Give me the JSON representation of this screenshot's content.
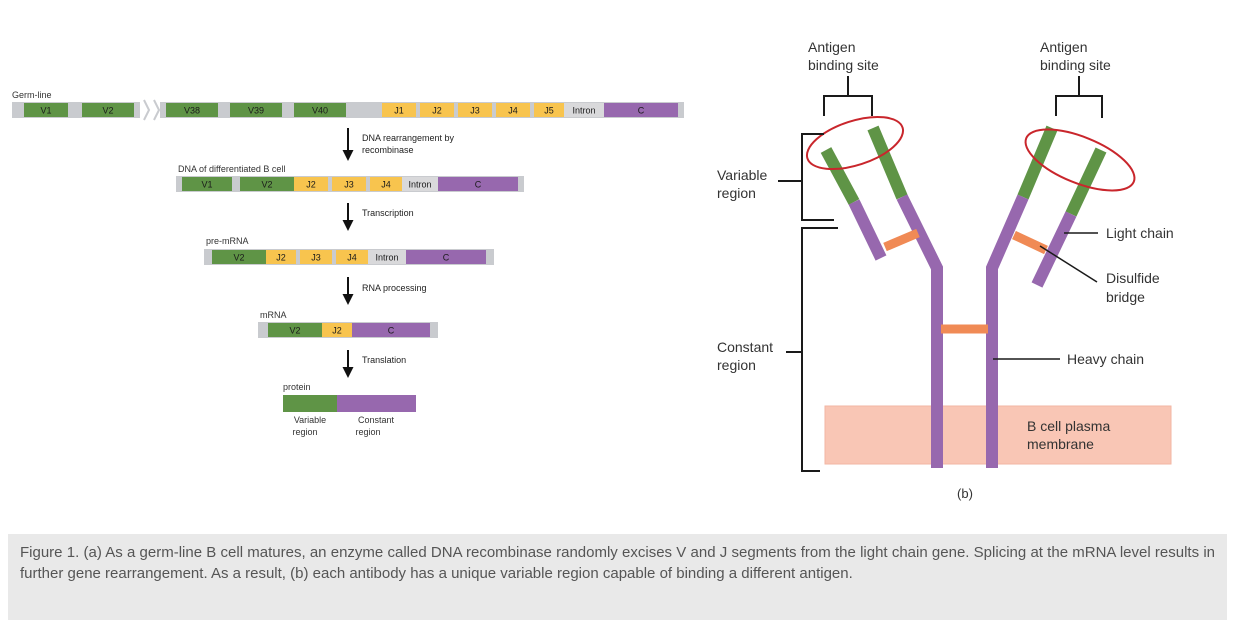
{
  "colors": {
    "green": "#5f9446",
    "yellow": "#f8c44e",
    "purple": "#9768ae",
    "gray": "#c9cbcf",
    "intron_fill": "#d9d9db",
    "arrow": "#111111",
    "disulfide": "#f08a55",
    "membrane": "#f9c6b5",
    "highlight_ring": "#c9262c",
    "caption_bg": "#e9e9e9"
  },
  "panel_a": {
    "rows": [
      {
        "label": "Germ-line",
        "segments": [
          {
            "text": "V1",
            "kind": "V"
          },
          {
            "text": "V2",
            "kind": "V"
          },
          {
            "text": "V38",
            "kind": "V"
          },
          {
            "text": "V39",
            "kind": "V"
          },
          {
            "text": "V40",
            "kind": "V"
          },
          {
            "text": "J1",
            "kind": "J"
          },
          {
            "text": "J2",
            "kind": "J"
          },
          {
            "text": "J3",
            "kind": "J"
          },
          {
            "text": "J4",
            "kind": "J"
          },
          {
            "text": "J5",
            "kind": "J"
          },
          {
            "text": "Intron",
            "kind": "intron"
          },
          {
            "text": "C",
            "kind": "C"
          }
        ]
      },
      {
        "label": "DNA of differentiated B cell",
        "segments": [
          {
            "text": "V1",
            "kind": "V"
          },
          {
            "text": "V2",
            "kind": "V"
          },
          {
            "text": "J2",
            "kind": "J"
          },
          {
            "text": "J3",
            "kind": "J"
          },
          {
            "text": "J4",
            "kind": "J"
          },
          {
            "text": "Intron",
            "kind": "intron"
          },
          {
            "text": "C",
            "kind": "C"
          }
        ]
      },
      {
        "label": "pre-mRNA",
        "segments": [
          {
            "text": "V2",
            "kind": "V"
          },
          {
            "text": "J2",
            "kind": "J"
          },
          {
            "text": "J3",
            "kind": "J"
          },
          {
            "text": "J4",
            "kind": "J"
          },
          {
            "text": "Intron",
            "kind": "intron"
          },
          {
            "text": "C",
            "kind": "C"
          }
        ]
      },
      {
        "label": "mRNA",
        "segments": [
          {
            "text": "V2",
            "kind": "V"
          },
          {
            "text": "J2",
            "kind": "J"
          },
          {
            "text": "C",
            "kind": "C"
          }
        ]
      }
    ],
    "steps": [
      {
        "line1": "DNA rearrangement by",
        "line2": "recombinase"
      },
      {
        "line1": "Transcription",
        "line2": ""
      },
      {
        "line1": "RNA processing",
        "line2": ""
      },
      {
        "line1": "Translation",
        "line2": ""
      }
    ],
    "protein": {
      "label": "protein",
      "variable_line1": "Variable",
      "variable_line2": "region",
      "constant_line1": "Constant",
      "constant_line2": "region"
    }
  },
  "panel_b": {
    "antigen_left_line1": "Antigen",
    "antigen_left_line2": "binding site",
    "antigen_right_line1": "Antigen",
    "antigen_right_line2": "binding site",
    "variable_line1": "Variable",
    "variable_line2": "region",
    "constant_line1": "Constant",
    "constant_line2": "region",
    "light_chain": "Light chain",
    "disulfide_line1": "Disulfide",
    "disulfide_line2": "bridge",
    "heavy_chain": "Heavy chain",
    "membrane_line1": "B cell plasma",
    "membrane_line2": "membrane",
    "panel_label": "(b)"
  },
  "caption": "Figure 1. (a) As a germ-line B cell matures, an enzyme called DNA recombinase randomly excises V and J segments from the light chain gene. Splicing at the mRNA level results in further gene rearrangement. As a result, (b) each antibody has a unique variable region capable of binding a different antigen."
}
